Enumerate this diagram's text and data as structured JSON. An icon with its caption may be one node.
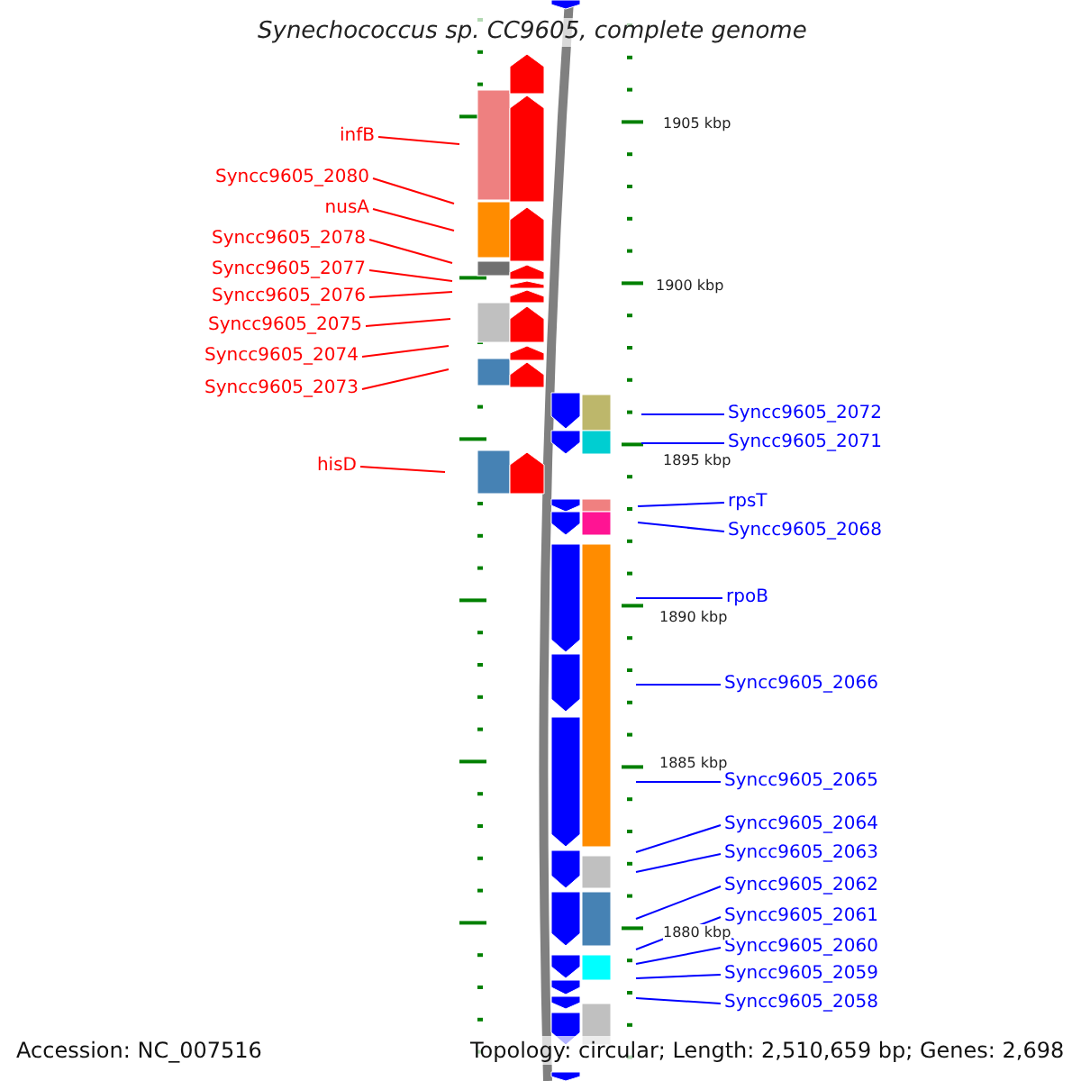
{
  "diagram": {
    "title": "Synechococcus sp. CC9605, complete genome",
    "nodes": [
      {
        "text": [
          "infB"
        ]
      },
      {
        "text": [
          "Syncc9605_2080"
        ]
      },
      {
        "text": [
          "nusA"
        ]
      },
      {
        "text": [
          "Syncc9605_2078"
        ]
      },
      {
        "text": [
          "Syncc9605_2077"
        ]
      },
      {
        "text": [
          "Syncc9605_2076"
        ]
      },
      {
        "text": [
          "Syncc9605_2075"
        ]
      },
      {
        "text": [
          "Syncc9605_2074"
        ]
      },
      {
        "text": [
          "Syncc9605_2073"
        ]
      },
      {
        "text": [
          "hisD"
        ]
      },
      {
        "text": [
          "Syncc9605_2072"
        ]
      },
      {
        "text": [
          "Syncc9605_2071"
        ]
      },
      {
        "text": [
          "rpsT"
        ]
      },
      {
        "text": [
          "Syncc9605_2068"
        ]
      },
      {
        "text": [
          "rpoB"
        ]
      },
      {
        "text": [
          "Syncc9605_2066"
        ]
      },
      {
        "text": [
          "Syncc9605_2065"
        ]
      },
      {
        "text": [
          "Syncc9605_2064"
        ]
      },
      {
        "text": [
          "Syncc9605_2063"
        ]
      },
      {
        "text": [
          "Syncc9605_2062"
        ]
      },
      {
        "text": [
          "Syncc9605_2061"
        ]
      },
      {
        "text": [
          "Syncc9605_2060"
        ]
      },
      {
        "text": [
          "Syncc9605_2059"
        ]
      },
      {
        "text": [
          "Syncc9605_2058"
        ]
      }
    ],
    "edges": [
      {
        "from": 0,
        "to": null,
        "arrow": "none",
        "color": "#ff0000"
      },
      {
        "from": 1,
        "to": null,
        "arrow": "none",
        "color": "#ff0000"
      },
      {
        "from": 2,
        "to": null,
        "arrow": "none",
        "color": "#ff0000"
      },
      {
        "from": 3,
        "to": null,
        "arrow": "none",
        "color": "#ff0000"
      },
      {
        "from": 4,
        "to": null,
        "arrow": "none",
        "color": "#ff0000"
      },
      {
        "from": 5,
        "to": null,
        "arrow": "none",
        "color": "#ff0000"
      },
      {
        "from": 6,
        "to": null,
        "arrow": "none",
        "color": "#ff0000"
      },
      {
        "from": 7,
        "to": null,
        "arrow": "none",
        "color": "#ff0000"
      },
      {
        "from": 8,
        "to": null,
        "arrow": "none",
        "color": "#ff0000"
      },
      {
        "from": 9,
        "to": null,
        "arrow": "none",
        "color": "#ff0000"
      },
      {
        "from": 10,
        "to": null,
        "arrow": "none"
      },
      {
        "from": 11,
        "to": null,
        "arrow": "none"
      },
      {
        "from": 12,
        "to": null,
        "arrow": "none"
      },
      {
        "from": 13,
        "to": null,
        "arrow": "none"
      },
      {
        "from": 14,
        "to": null,
        "arrow": "none"
      },
      {
        "from": 15,
        "to": null,
        "arrow": "none"
      },
      {
        "from": 16,
        "to": null,
        "arrow": "none"
      },
      {
        "from": 17,
        "to": null,
        "arrow": "none"
      },
      {
        "from": 18,
        "to": null,
        "arrow": "none"
      },
      {
        "from": 19,
        "to": null,
        "arrow": "none"
      },
      {
        "from": 20,
        "to": null,
        "arrow": "none"
      },
      {
        "from": 21,
        "to": null,
        "arrow": "none"
      },
      {
        "from": 22,
        "to": null,
        "arrow": "none"
      },
      {
        "from": 23,
        "to": null,
        "arrow": "none"
      }
    ],
    "labels": [
      "1905 kbp",
      "1900 kbp",
      "1895 kbp",
      "1890 kbp",
      "1885 kbp",
      "1880 kbp",
      "Accession: NC_007516",
      "Topology: circular; Length: 2,510,659 bp; Genes: 2,698"
    ]
  }
}
